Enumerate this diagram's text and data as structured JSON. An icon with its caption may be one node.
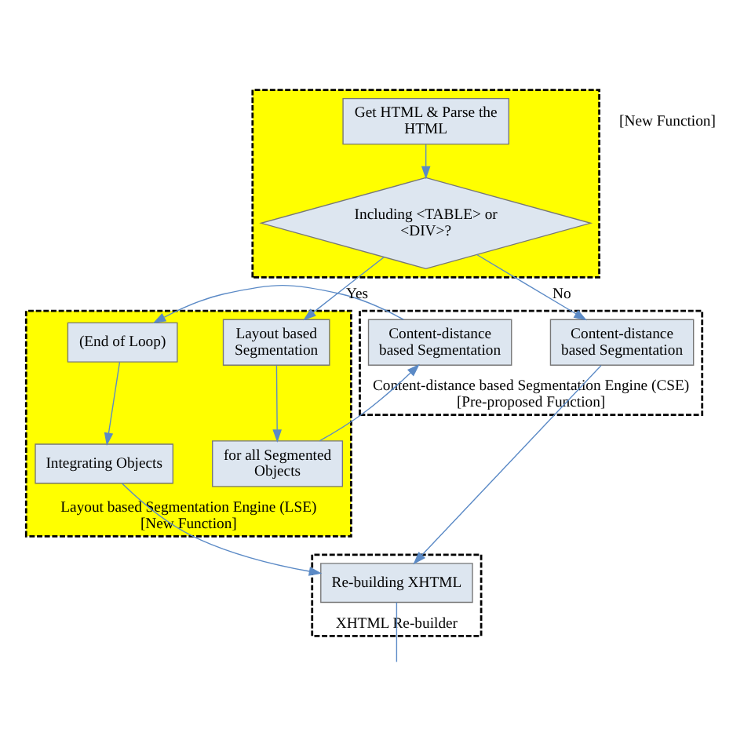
{
  "diagram": {
    "nodes": [
      {
        "text": [],
        "shape": "box"
      },
      {
        "text": [
          "Get HTML & Parse the HTML"
        ],
        "in": 0
      },
      {
        "text": [
          "Including <TABLE> or <DIV>?"
        ],
        "in": 0
      },
      {
        "text": [
          "Layout based Segmentation Engine (LSE)",
          "[New Function]"
        ]
      },
      {
        "text": [
          "Layout based Segmentation"
        ],
        "in": 3
      },
      {
        "text": [
          "for all Segmented Objects"
        ],
        "in": 3
      },
      {
        "text": [
          "Content-distance based Segmentation Engine (CSE)",
          "[Pre-proposed Function]"
        ]
      },
      {
        "text": [
          "Content-distance based Segmentation"
        ],
        "in": 6
      },
      {
        "text": [
          "Content-distance based Segmentation"
        ],
        "in": 6
      },
      {
        "text": [
          "(End of Loop)"
        ],
        "in": 3
      },
      {
        "text": [
          "Integrating Objects"
        ],
        "in": 3
      },
      {
        "text": [
          "XHTML Re-builder"
        ]
      },
      {
        "text": [
          "Re-building XHTML"
        ],
        "in": 11
      }
    ],
    "edges": [
      {
        "from": 1,
        "to": 2,
        "arrow": "to"
      },
      {
        "from": 2,
        "to": 4,
        "arrow": "to",
        "label": "Yes"
      },
      {
        "from": 2,
        "to": 7,
        "arrow": "to",
        "label": "No"
      },
      {
        "from": 4,
        "to": 5,
        "arrow": "to"
      },
      {
        "from": 5,
        "to": 8,
        "arrow": "to"
      },
      {
        "from": 8,
        "to": 9,
        "arrow": "to"
      },
      {
        "from": 9,
        "to": 10,
        "arrow": "to"
      },
      {
        "from": 7,
        "to": 12,
        "arrow": "to"
      },
      {
        "from": 10,
        "to": 12,
        "arrow": "to"
      },
      {
        "from": 12,
        "to": null,
        "arrow": "none"
      }
    ],
    "labels": [
      "[New Function]"
    ]
  }
}
